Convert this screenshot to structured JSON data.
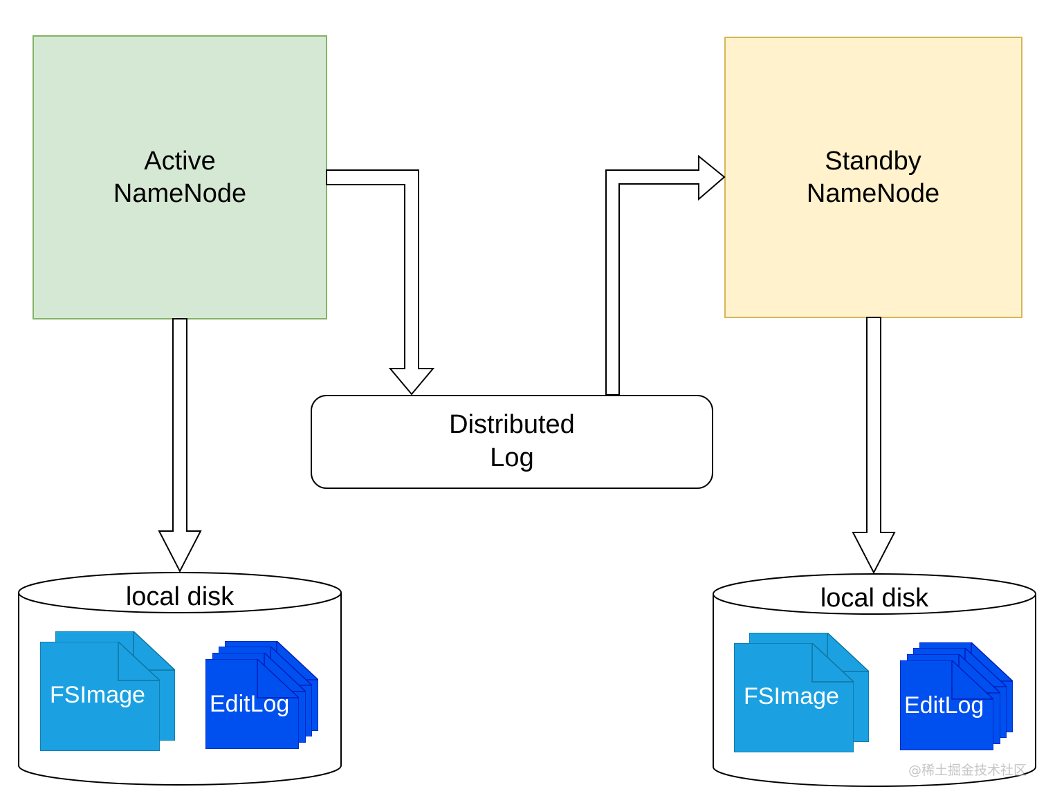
{
  "nodes": {
    "active": {
      "line1": "Active",
      "line2": "NameNode",
      "fill": "#d5e8d4",
      "stroke": "#82b366"
    },
    "standby": {
      "line1": "Standby",
      "line2": "NameNode",
      "fill": "#fff2cc",
      "stroke": "#d6b656"
    },
    "log": {
      "line1": "Distributed",
      "line2": "Log"
    }
  },
  "disks": {
    "left": {
      "label": "local disk",
      "fsimage": "FSImage",
      "editlog": "EditLog"
    },
    "right": {
      "label": "local disk",
      "fsimage": "FSImage",
      "editlog": "EditLog"
    }
  },
  "colors": {
    "fsimage": "#1ba1e2",
    "editlog": "#0050ef",
    "line": "#000000"
  },
  "watermark": "@稀土掘金技术社区"
}
